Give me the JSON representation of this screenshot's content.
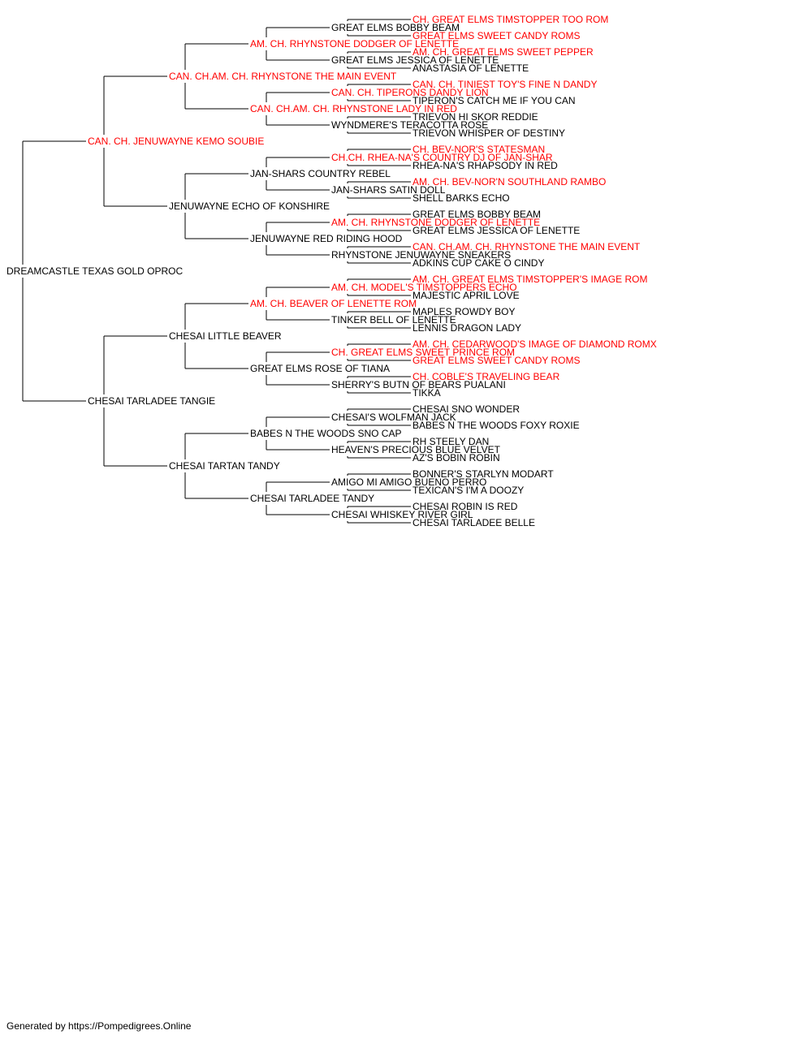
{
  "colors": {
    "champion": "#ff0000",
    "normal": "#000000",
    "line": "#000000"
  },
  "footer": "Generated by https://Pompedigrees.Online",
  "subject": "DREAMCASTLE TEXAS GOLD OPROC",
  "pedigree": {
    "name": "DREAMCASTLE TEXAS GOLD OPROC",
    "champion": false,
    "sire": {
      "name": "CAN. CH. JENUWAYNE KEMO SOUBIE",
      "champion": true,
      "sire": {
        "name": "CAN. CH.AM. CH. RHYNSTONE THE MAIN EVENT",
        "champion": true,
        "sire": {
          "name": "AM. CH. RHYNSTONE DODGER OF LENETTE",
          "champion": true,
          "sire": {
            "name": "GREAT ELMS BOBBY BEAM",
            "champion": false,
            "sire": {
              "name": "CH. GREAT ELMS TIMSTOPPER TOO ROM",
              "champion": true
            },
            "dam": {
              "name": "GREAT ELMS SWEET CANDY ROMS",
              "champion": true
            }
          },
          "dam": {
            "name": "GREAT ELMS JESSICA OF LENETTE",
            "champion": false,
            "sire": {
              "name": "AM. CH. GREAT ELMS SWEET PEPPER",
              "champion": true
            },
            "dam": {
              "name": "ANASTASIA OF LENETTE",
              "champion": false
            }
          }
        },
        "dam": {
          "name": "CAN. CH.AM. CH. RHYNSTONE LADY IN RED",
          "champion": true,
          "sire": {
            "name": "CAN. CH. TIPERONS DANDY LION",
            "champion": true,
            "sire": {
              "name": "CAN. CH. TINIEST TOY'S FINE N DANDY",
              "champion": true
            },
            "dam": {
              "name": "TIPERON'S CATCH ME IF YOU CAN",
              "champion": false
            }
          },
          "dam": {
            "name": "WYNDMERE'S TERACOTTA ROSE",
            "champion": false,
            "sire": {
              "name": "TRIEVON HI SKOR REDDIE",
              "champion": false
            },
            "dam": {
              "name": "TRIEVON WHISPER OF DESTINY",
              "champion": false
            }
          }
        }
      },
      "dam": {
        "name": "JENUWAYNE ECHO OF KONSHIRE",
        "champion": false,
        "sire": {
          "name": "JAN-SHARS COUNTRY REBEL",
          "champion": false,
          "sire": {
            "name": "CH.CH. RHEA-NA'S COUNTRY DJ OF JAN-SHAR",
            "champion": true,
            "sire": {
              "name": "CH. BEV-NOR'S STATESMAN",
              "champion": true
            },
            "dam": {
              "name": "RHEA-NA'S RHAPSODY IN RED",
              "champion": false
            }
          },
          "dam": {
            "name": "JAN-SHARS SATIN DOLL",
            "champion": false,
            "sire": {
              "name": "AM. CH. BEV-NOR'N SOUTHLAND RAMBO",
              "champion": true
            },
            "dam": {
              "name": "SHELL BARKS ECHO",
              "champion": false
            }
          }
        },
        "dam": {
          "name": "JENUWAYNE RED RIDING HOOD",
          "champion": false,
          "sire": {
            "name": "AM. CH. RHYNSTONE DODGER OF LENETTE",
            "champion": true,
            "sire": {
              "name": "GREAT ELMS BOBBY BEAM",
              "champion": false
            },
            "dam": {
              "name": "GREAT ELMS JESSICA OF LENETTE",
              "champion": false
            }
          },
          "dam": {
            "name": "RHYNSTONE JENUWAYNE SNEAKERS",
            "champion": false,
            "sire": {
              "name": "CAN. CH.AM. CH. RHYNSTONE THE MAIN EVENT",
              "champion": true
            },
            "dam": {
              "name": "ADKINS CUP CAKE O CINDY",
              "champion": false
            }
          }
        }
      }
    },
    "dam": {
      "name": "CHESAI TARLADEE TANGIE",
      "champion": false,
      "sire": {
        "name": "CHESAI LITTLE BEAVER",
        "champion": false,
        "sire": {
          "name": "AM. CH. BEAVER OF LENETTE ROM",
          "champion": true,
          "sire": {
            "name": "AM. CH. MODEL'S TIMSTOPPERS ECHO",
            "champion": true,
            "sire": {
              "name": "AM. CH. GREAT ELMS TIMSTOPPER'S IMAGE ROM",
              "champion": true
            },
            "dam": {
              "name": "MAJESTIC APRIL LOVE",
              "champion": false
            }
          },
          "dam": {
            "name": "TINKER BELL OF LENETTE",
            "champion": false,
            "sire": {
              "name": "MAPLES ROWDY BOY",
              "champion": false
            },
            "dam": {
              "name": "LENNIS DRAGON LADY",
              "champion": false
            }
          }
        },
        "dam": {
          "name": "GREAT ELMS ROSE OF TIANA",
          "champion": false,
          "sire": {
            "name": "CH. GREAT ELMS SWEET PRINCE ROM",
            "champion": true,
            "sire": {
              "name": "AM. CH. CEDARWOOD'S IMAGE OF DIAMOND ROMX",
              "champion": true
            },
            "dam": {
              "name": "GREAT ELMS SWEET CANDY ROMS",
              "champion": true
            }
          },
          "dam": {
            "name": "SHERRY'S BUTN OF BEARS PUALANI",
            "champion": false,
            "sire": {
              "name": "CH. COBLE'S TRAVELING BEAR",
              "champion": true
            },
            "dam": {
              "name": "TIKKA",
              "champion": false
            }
          }
        }
      },
      "dam": {
        "name": "CHESAI TARTAN TANDY",
        "champion": false,
        "sire": {
          "name": "BABES N THE WOODS SNO CAP",
          "champion": false,
          "sire": {
            "name": "CHESAI'S WOLFMAN JACK",
            "champion": false,
            "sire": {
              "name": "CHESAI SNO WONDER",
              "champion": false
            },
            "dam": {
              "name": "BABES N THE WOODS FOXY ROXIE",
              "champion": false
            }
          },
          "dam": {
            "name": "HEAVEN'S PRECIOUS BLUE VELVET",
            "champion": false,
            "sire": {
              "name": "RH STEELY DAN",
              "champion": false
            },
            "dam": {
              "name": "AZ'S BOBIN ROBIN",
              "champion": false
            }
          }
        },
        "dam": {
          "name": "CHESAI TARLADEE TANDY",
          "champion": false,
          "sire": {
            "name": "AMIGO MI AMIGO BUENO PERRO",
            "champion": false,
            "sire": {
              "name": "BONNER'S STARLYN MODART",
              "champion": false
            },
            "dam": {
              "name": "TEXICAN'S I'M A DOOZY",
              "champion": false
            }
          },
          "dam": {
            "name": "CHESAI WHISKEY RIVER GIRL",
            "champion": false,
            "sire": {
              "name": "CHESAI ROBIN IS RED",
              "champion": false
            },
            "dam": {
              "name": "CHESAI TARLADEE BELLE",
              "champion": false
            }
          }
        }
      }
    }
  }
}
